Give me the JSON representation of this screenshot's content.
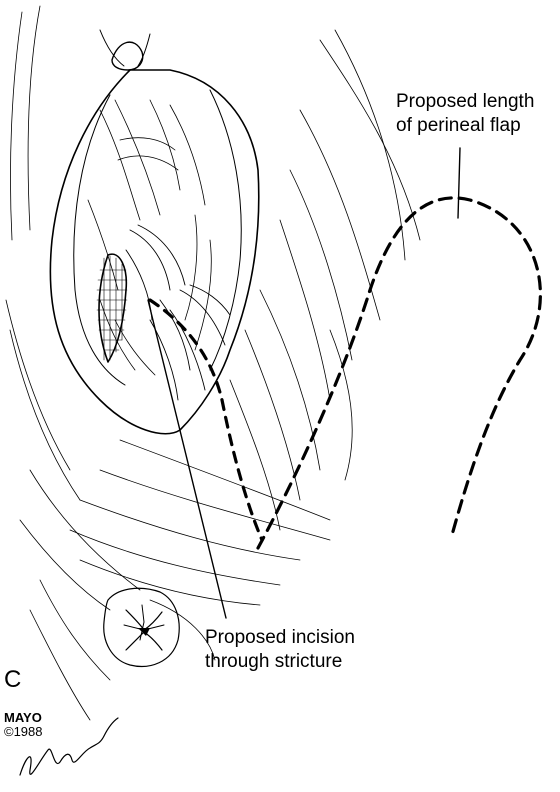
{
  "figure": {
    "panel_letter": "C",
    "labels": {
      "flap_line1": "Proposed length",
      "flap_line2": "of perineal flap",
      "incision_line1": "Proposed incision",
      "incision_line2": "through stricture"
    },
    "credit": {
      "brand": "MAYO",
      "year": "©1988",
      "signature": "J.V. Hagen"
    },
    "colors": {
      "ink": "#000000",
      "background": "#ffffff"
    }
  }
}
